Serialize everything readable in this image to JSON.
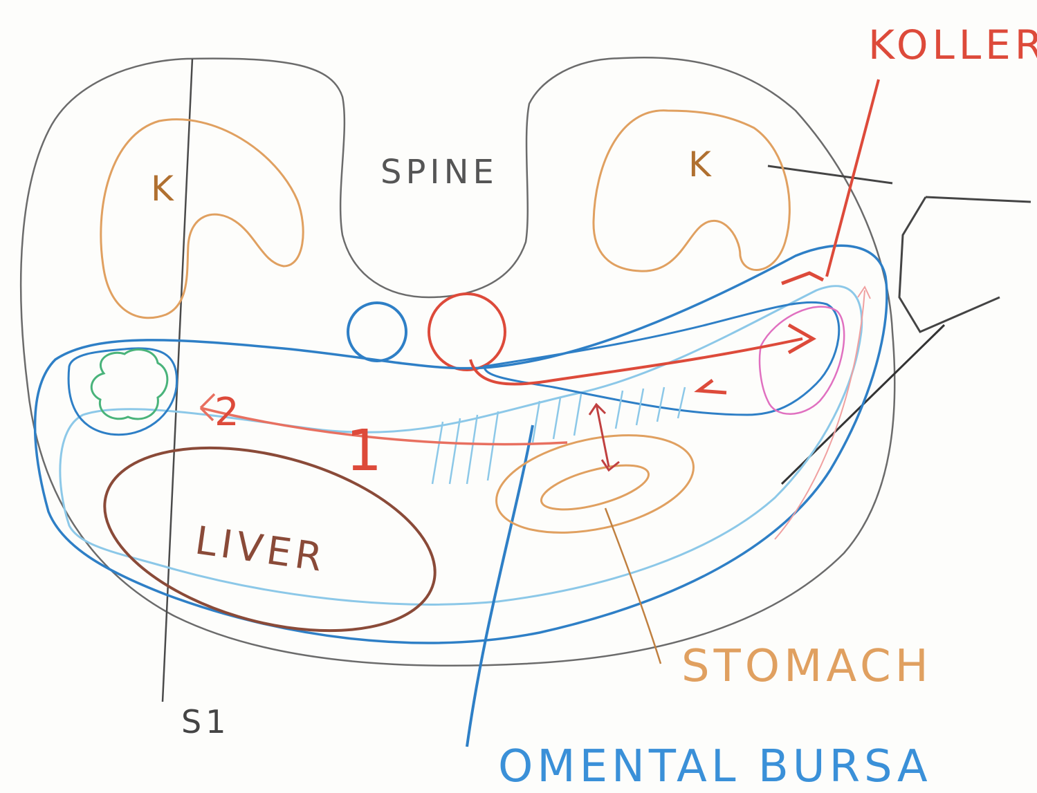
{
  "labels": {
    "koller": "KOLLER",
    "spine": "SPINE",
    "liver": "LIVER",
    "stomach": "STOMACH",
    "omental_bursa": "OMENTAL BURSA",
    "kidney_right": "K",
    "kidney_left": "K",
    "step_one": "1",
    "step_two": "2",
    "slice": "S1"
  },
  "colors": {
    "pencil": "#6b6b6b",
    "red": "#dd4a3a",
    "blue": "#2e7fc6",
    "light_blue": "#8cc8e8",
    "orange": "#e0a060",
    "brown": "#8a4a38",
    "green": "#49b37a",
    "pink": "#e070c0"
  }
}
